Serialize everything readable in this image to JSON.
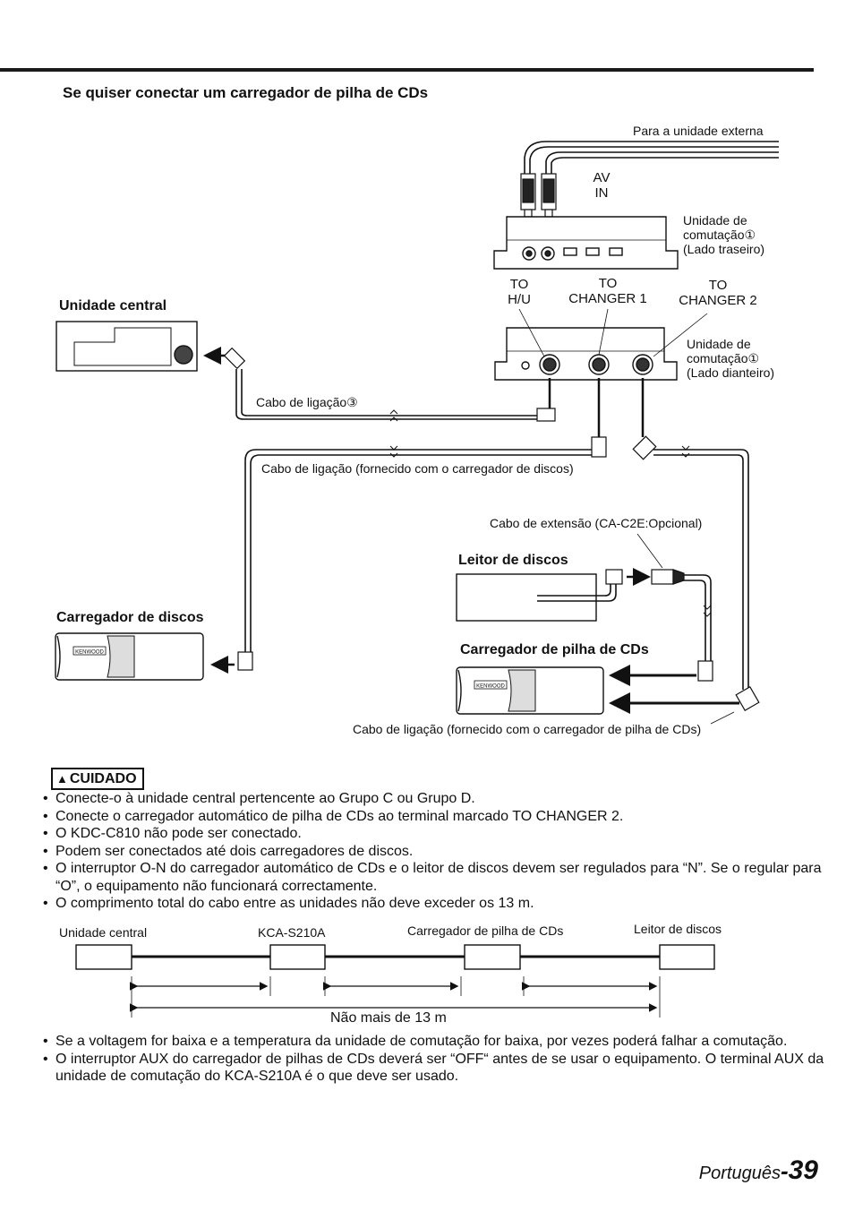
{
  "heading": "Se quiser conectar um carregador de pilha de CDs",
  "diagram": {
    "external_unit": "Para a unidade externa",
    "av_in": [
      "AV",
      "IN"
    ],
    "switch_rear": [
      "Unidade de",
      "comutação①",
      "(Lado traseiro)"
    ],
    "to_hu": [
      "TO",
      "H/U"
    ],
    "to_changer1": [
      "TO",
      "CHANGER 1"
    ],
    "to_changer2": [
      "TO",
      "CHANGER 2"
    ],
    "switch_front": [
      "Unidade de",
      "comutação①",
      "(Lado dianteiro)"
    ],
    "central_unit": "Unidade central",
    "cable3": "Cabo de ligação③",
    "cable_disc_changer": "Cabo de ligação (fornecido com o carregador de discos)",
    "extension_cable": "Cabo de extensão (CA-C2E:Opcional)",
    "disc_player": "Leitor de discos",
    "disc_changer": "Carregador de discos",
    "cd_stack_changer": "Carregador de pilha de CDs",
    "cable_cd_stack": "Cabo de ligação (fornecido com o carregador de pilha de CDs)",
    "brand": "KENWOOD"
  },
  "caution": {
    "title": "CUIDADO",
    "items": [
      "Conecte-o à unidade central pertencente ao Grupo C ou Grupo D.",
      "Conecte o carregador automático de pilha de CDs ao terminal marcado TO CHANGER 2.",
      "O KDC-C810 não pode ser conectado.",
      "Podem ser conectados até dois carregadores de discos.",
      "O interruptor O-N do carregador automático de CDs e o leitor de discos devem ser regulados para “N”. Se o regular para “O”, o equipamento não funcionará correctamente.",
      "O comprimento total do cabo entre as unidades não deve exceder os 13 m."
    ]
  },
  "length_diagram": {
    "units": [
      "Unidade central",
      "KCA-S210A",
      "Carregador de pilha de CDs",
      "Leitor de discos"
    ],
    "max_length": "Não mais de 13 m"
  },
  "notes": [
    "Se a voltagem for baixa e a temperatura da unidade de comutação for baixa, por vezes poderá falhar a comutação.",
    "O interruptor AUX do carregador de pilhas de CDs deverá ser “OFF“ antes de se usar o equipamento. O terminal AUX da unidade de comutação do KCA-S210A é o que deve ser usado."
  ],
  "footer": {
    "language": "Português",
    "dash": "-",
    "page": "39"
  }
}
